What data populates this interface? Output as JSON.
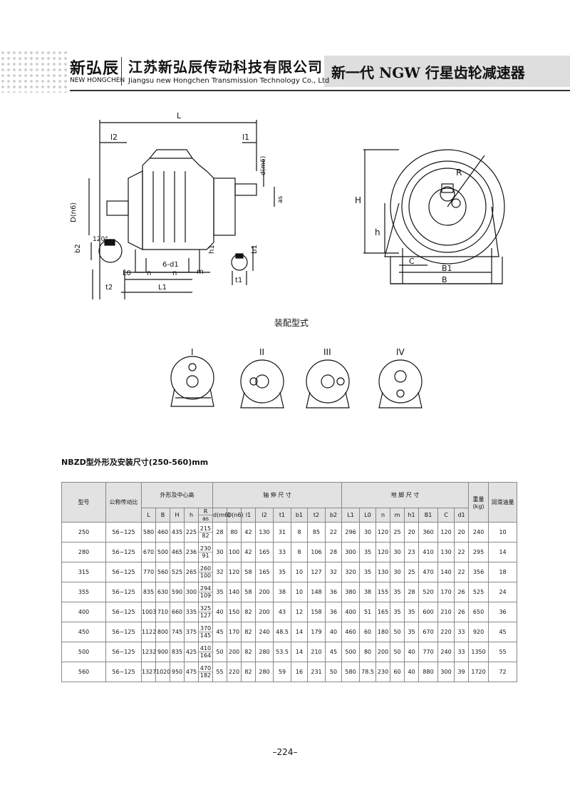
{
  "header": {
    "logo_cn": "新弘辰",
    "logo_en": "NEW HONGCHEN",
    "company_cn": "江苏新弘辰传动科技有限公司",
    "company_en": "Jiangsu new Hongchen Transmission Technology Co., Ltd",
    "product_title": "新一代 NGW 行星齿轮减速器"
  },
  "drawing": {
    "labels": [
      "L",
      "l2",
      "l1",
      "d(m6)",
      "as",
      "D(n6)",
      "b2",
      "120°",
      "h1",
      "b1",
      "6-d1",
      "L0",
      "n",
      "n",
      "m",
      "L1",
      "t2",
      "t1",
      "R",
      "H",
      "h",
      "C",
      "B1",
      "B"
    ]
  },
  "assembly": {
    "caption": "装配型式",
    "types": [
      "I",
      "II",
      "III",
      "IV"
    ]
  },
  "table": {
    "title": "NBZD型外形及安装尺寸(250-560)mm",
    "group_headers": {
      "model": "型号",
      "ratio": "公称传动比",
      "outline": "外形及中心高",
      "shaft": "轴 伸 尺 寸",
      "foot": "地 脚 尺 寸",
      "weight": "重量",
      "weight_unit": "(kg)",
      "oil": "润滑油量"
    },
    "sub_headers": {
      "outline": [
        "L",
        "B",
        "H",
        "h"
      ],
      "r_top": "R",
      "r_bottom": "as",
      "shaft": [
        "d(m6)",
        "D(n6)",
        "l1",
        "l2",
        "t1",
        "b1",
        "t2",
        "b2"
      ],
      "foot": [
        "L1",
        "L0",
        "n",
        "m",
        "h1",
        "B1",
        "C",
        "d1"
      ]
    },
    "rows": [
      {
        "model": "250",
        "ratio": "56~125",
        "L": "580",
        "B": "460",
        "H": "435",
        "h": "225",
        "R": "215",
        "as": "82",
        "d": "28",
        "D": "80",
        "l1": "42",
        "l2": "130",
        "t1": "31",
        "b1": "8",
        "t2": "85",
        "b2": "22",
        "L1": "296",
        "L0": "30",
        "n": "120",
        "m": "25",
        "h1": "20",
        "B1": "360",
        "C": "120",
        "d1": "20",
        "weight": "240",
        "oil": "10"
      },
      {
        "model": "280",
        "ratio": "56~125",
        "L": "670",
        "B": "500",
        "H": "465",
        "h": "236",
        "R": "230",
        "as": "91",
        "d": "30",
        "D": "100",
        "l1": "42",
        "l2": "165",
        "t1": "33",
        "b1": "8",
        "t2": "106",
        "b2": "28",
        "L1": "300",
        "L0": "35",
        "n": "120",
        "m": "30",
        "h1": "23",
        "B1": "410",
        "C": "130",
        "d1": "22",
        "weight": "295",
        "oil": "14"
      },
      {
        "model": "315",
        "ratio": "56~125",
        "L": "770",
        "B": "560",
        "H": "525",
        "h": "265",
        "R": "260",
        "as": "100",
        "d": "32",
        "D": "120",
        "l1": "58",
        "l2": "165",
        "t1": "35",
        "b1": "10",
        "t2": "127",
        "b2": "32",
        "L1": "320",
        "L0": "35",
        "n": "130",
        "m": "30",
        "h1": "25",
        "B1": "470",
        "C": "140",
        "d1": "22",
        "weight": "356",
        "oil": "18"
      },
      {
        "model": "355",
        "ratio": "56~125",
        "L": "835",
        "B": "630",
        "H": "590",
        "h": "300",
        "R": "294",
        "as": "109",
        "d": "35",
        "D": "140",
        "l1": "58",
        "l2": "200",
        "t1": "38",
        "b1": "10",
        "t2": "148",
        "b2": "36",
        "L1": "380",
        "L0": "38",
        "n": "155",
        "m": "35",
        "h1": "28",
        "B1": "520",
        "C": "170",
        "d1": "26",
        "weight": "525",
        "oil": "24"
      },
      {
        "model": "400",
        "ratio": "56~125",
        "L": "1003",
        "B": "710",
        "H": "660",
        "h": "335",
        "R": "325",
        "as": "127",
        "d": "40",
        "D": "150",
        "l1": "82",
        "l2": "200",
        "t1": "43",
        "b1": "12",
        "t2": "158",
        "b2": "36",
        "L1": "400",
        "L0": "51",
        "n": "165",
        "m": "35",
        "h1": "35",
        "B1": "600",
        "C": "210",
        "d1": "26",
        "weight": "650",
        "oil": "36"
      },
      {
        "model": "450",
        "ratio": "56~125",
        "L": "1122",
        "B": "800",
        "H": "745",
        "h": "375",
        "R": "370",
        "as": "145",
        "d": "45",
        "D": "170",
        "l1": "82",
        "l2": "240",
        "t1": "48.5",
        "b1": "14",
        "t2": "179",
        "b2": "40",
        "L1": "460",
        "L0": "60",
        "n": "180",
        "m": "50",
        "h1": "35",
        "B1": "670",
        "C": "220",
        "d1": "33",
        "weight": "920",
        "oil": "45"
      },
      {
        "model": "500",
        "ratio": "56~125",
        "L": "1232",
        "B": "900",
        "H": "835",
        "h": "425",
        "R": "410",
        "as": "164",
        "d": "50",
        "D": "200",
        "l1": "82",
        "l2": "280",
        "t1": "53.5",
        "b1": "14",
        "t2": "210",
        "b2": "45",
        "L1": "500",
        "L0": "80",
        "n": "200",
        "m": "50",
        "h1": "40",
        "B1": "770",
        "C": "240",
        "d1": "33",
        "weight": "1350",
        "oil": "55"
      },
      {
        "model": "560",
        "ratio": "56~125",
        "L": "1327",
        "B": "1020",
        "H": "950",
        "h": "475",
        "R": "470",
        "as": "182",
        "d": "55",
        "D": "220",
        "l1": "82",
        "l2": "280",
        "t1": "59",
        "b1": "16",
        "t2": "231",
        "b2": "50",
        "L1": "580",
        "L0": "78.5",
        "n": "230",
        "m": "60",
        "h1": "40",
        "B1": "880",
        "C": "300",
        "d1": "39",
        "weight": "1720",
        "oil": "72"
      }
    ]
  },
  "footer": {
    "page_number": "–224–"
  }
}
